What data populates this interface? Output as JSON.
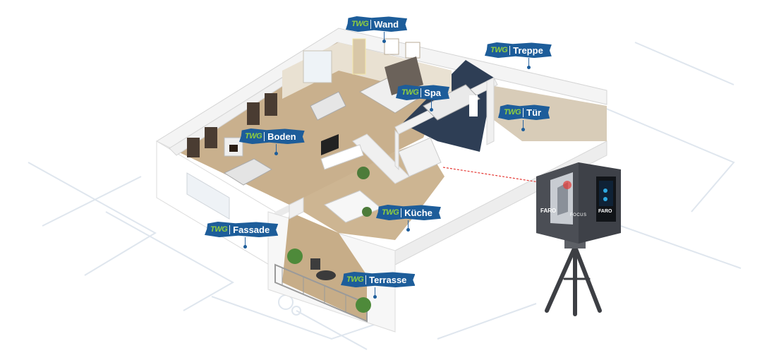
{
  "brand": "TWG",
  "tags": {
    "wand": "Wand",
    "treppe": "Treppe",
    "spa": "Spa",
    "tuer": "Tür",
    "boden": "Boden",
    "kueche": "Küche",
    "fassade": "Fassade",
    "terrasse": "Terrasse"
  },
  "scanner": {
    "brand": "FARO",
    "model": "FOCUS"
  },
  "colors": {
    "tag_bg": "#1d5d9a",
    "brand_green": "#8fce3f",
    "laser": "#e53935"
  }
}
